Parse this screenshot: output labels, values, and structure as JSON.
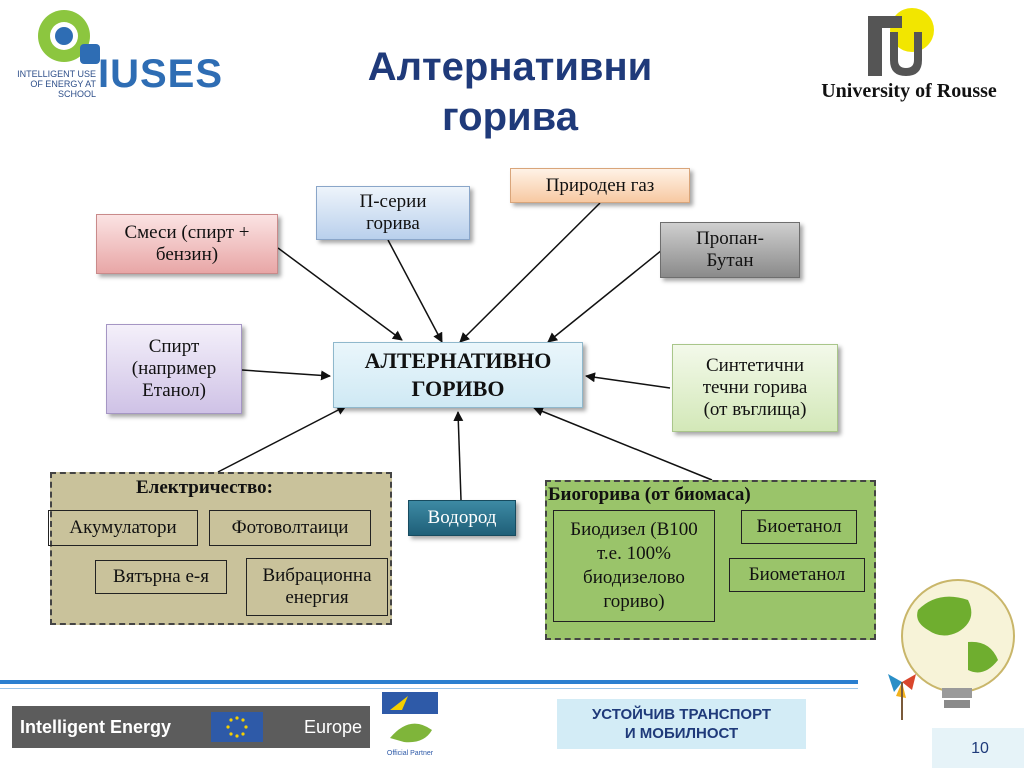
{
  "header": {
    "title_line1": "Алтернативни",
    "title_line2": "горива",
    "iuses_logo_text": "IUSES",
    "iuses_tagline_line1": "INTELLIGENT USE",
    "iuses_tagline_line2": "OF ENERGY AT SCHOOL",
    "university_name": "University of Rousse"
  },
  "diagram": {
    "center_line1": "АЛТЕРНАТИВНО",
    "center_line2": "ГОРИВО",
    "nodes": {
      "blends_line1": "Смеси (спирт +",
      "blends_line2": "бензин)",
      "p_series_line1": "П-серии",
      "p_series_line2": "горива",
      "natural_gas": "Природен газ",
      "propane_line1": "Пропан-",
      "propane_line2": "Бутан",
      "alcohol_line1": "Спирт",
      "alcohol_line2": "(например",
      "alcohol_line3": "Етанол)",
      "synthetic_line1": "Синтетични",
      "synthetic_line2": "течни горива",
      "synthetic_line3": "(от въглища)",
      "hydrogen": "Водород"
    },
    "electricity": {
      "heading": "Електричество:",
      "batteries": "Акумулатори",
      "photovoltaics": "Фотоволтаици",
      "wind": "Вятърна е-я",
      "vibration_line1": "Вибрационна",
      "vibration_line2": "енергия"
    },
    "biofuels": {
      "heading": "Биогорива (от биомаса)",
      "biodiesel_line1": "Биодизел (B100",
      "biodiesel_line2": "т.е. 100%",
      "biodiesel_line3": "биодизелово",
      "biodiesel_line4": "гориво)",
      "bioethanol": "Биоетанол",
      "biomethanol": "Биометанол"
    }
  },
  "footer": {
    "iee_left": "Intelligent Energy",
    "iee_right": "Europe",
    "partner_text": "Official Partner",
    "banner_line1": "УСТОЙЧИВ ТРАНСПОРТ",
    "banner_line2": "И МОБИЛНОСТ",
    "page_number": "10"
  },
  "colors": {
    "title": "#1f3a7a",
    "rule": "#2a7fd0",
    "group_fill": "#c9c29b",
    "bio_fill": "#9ac46a",
    "banner_fill": "#d3ecf6"
  },
  "icons": [
    "iuses-logo-icon",
    "university-logo-icon",
    "eu-flag-icon",
    "partner-logo-icon",
    "lightbulb-globe-icon"
  ]
}
